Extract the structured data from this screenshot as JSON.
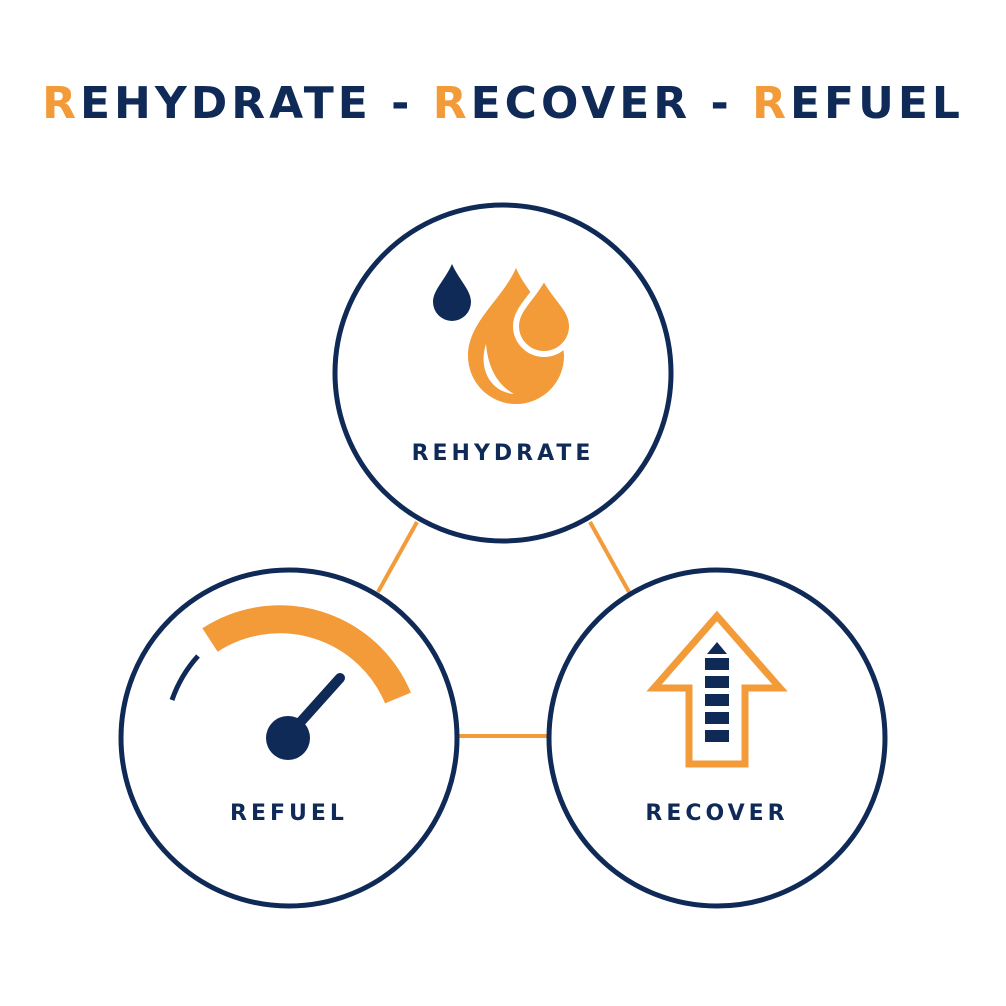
{
  "colors": {
    "navy": "#0f2a57",
    "orange": "#f29b38",
    "background": "#ffffff"
  },
  "title": {
    "parts": [
      {
        "text": "R",
        "color": "orange"
      },
      {
        "text": "EHYDRATE",
        "color": "navy"
      },
      {
        "text": " - ",
        "color": "navy"
      },
      {
        "text": "R",
        "color": "orange"
      },
      {
        "text": "ECOVER",
        "color": "navy"
      },
      {
        "text": " - ",
        "color": "navy"
      },
      {
        "text": "R",
        "color": "orange"
      },
      {
        "text": "EFUEL",
        "color": "navy"
      }
    ]
  },
  "nodes": {
    "rehydrate": {
      "label": "REHYDRATE",
      "icon": "water-drops-icon"
    },
    "refuel": {
      "label": "REFUEL",
      "icon": "gauge-icon"
    },
    "recover": {
      "label": "RECOVER",
      "icon": "up-arrow-progress-icon"
    }
  }
}
